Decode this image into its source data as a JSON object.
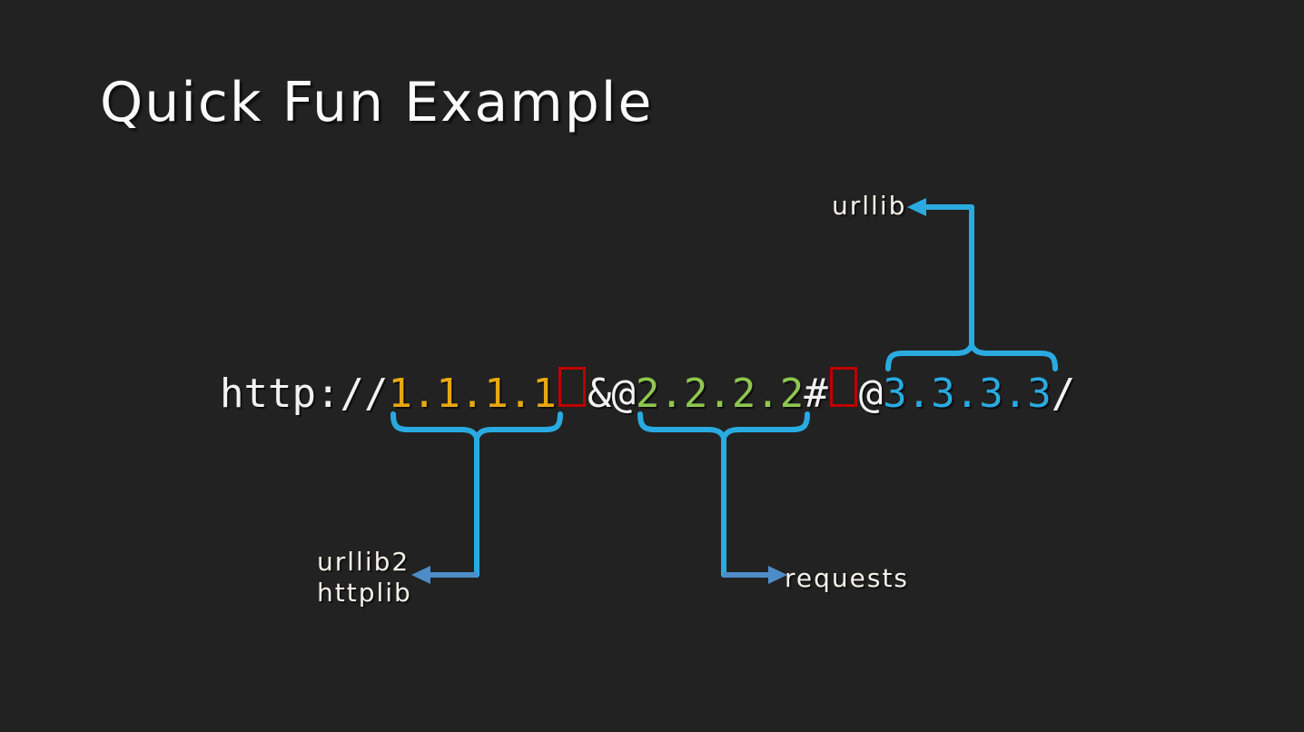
{
  "slide": {
    "title": "Quick Fun Example"
  },
  "url_example": {
    "full_string": "http://1.1.1.1 &@2.2.2.2# @3.3.3.3/",
    "segments": [
      {
        "id": "scheme",
        "text": "http://",
        "role": "scheme"
      },
      {
        "id": "host1",
        "text": "1.1.1.1",
        "role": "host-parsed-by-urllib2-httplib"
      },
      {
        "id": "space1",
        "text": "",
        "role": "space-character-highlight"
      },
      {
        "id": "amp-at",
        "text": "&@",
        "role": "separator"
      },
      {
        "id": "host2",
        "text": "2.2.2.2",
        "role": "host-parsed-by-requests"
      },
      {
        "id": "hash",
        "text": "#",
        "role": "fragment-marker"
      },
      {
        "id": "space2",
        "text": "",
        "role": "space-character-highlight"
      },
      {
        "id": "at",
        "text": "@",
        "role": "separator"
      },
      {
        "id": "host3",
        "text": "3.3.3.3",
        "role": "host-parsed-by-urllib"
      },
      {
        "id": "slash",
        "text": "/",
        "role": "path"
      }
    ]
  },
  "annotations": {
    "urllib_label": "urllib",
    "urllib2_label": "urllib2",
    "httplib_label": "httplib",
    "requests_label": "requests"
  },
  "colors": {
    "background": "#222222",
    "title_text": "#FAFAFA",
    "url_default_text": "#F2F2F2",
    "host1_text": "#E9A712",
    "host2_text": "#8FC74F",
    "host3_text": "#29ABE2",
    "space_box_border": "#C00000",
    "brace_stroke": "#29ABE2",
    "arrow_muted_stroke": "#4E8CC8",
    "label_text": "#F5F1E8"
  }
}
